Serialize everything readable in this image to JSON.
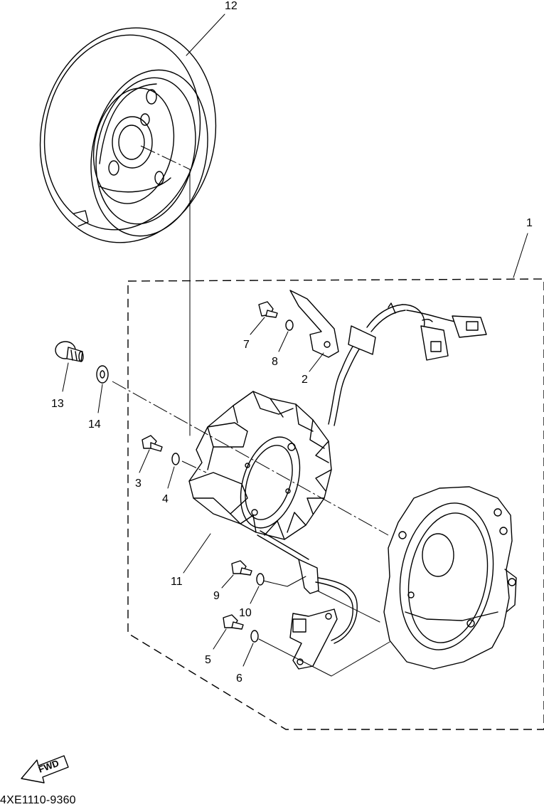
{
  "callouts": {
    "c1": "1",
    "c2": "2",
    "c3": "3",
    "c4": "4",
    "c5": "5",
    "c6": "6",
    "c7": "7",
    "c8": "8",
    "c9": "9",
    "c10": "10",
    "c11": "11",
    "c12": "12",
    "c13": "13",
    "c14": "14"
  },
  "direction_label": "FWD",
  "diagram_code": "4XE1110-9360"
}
